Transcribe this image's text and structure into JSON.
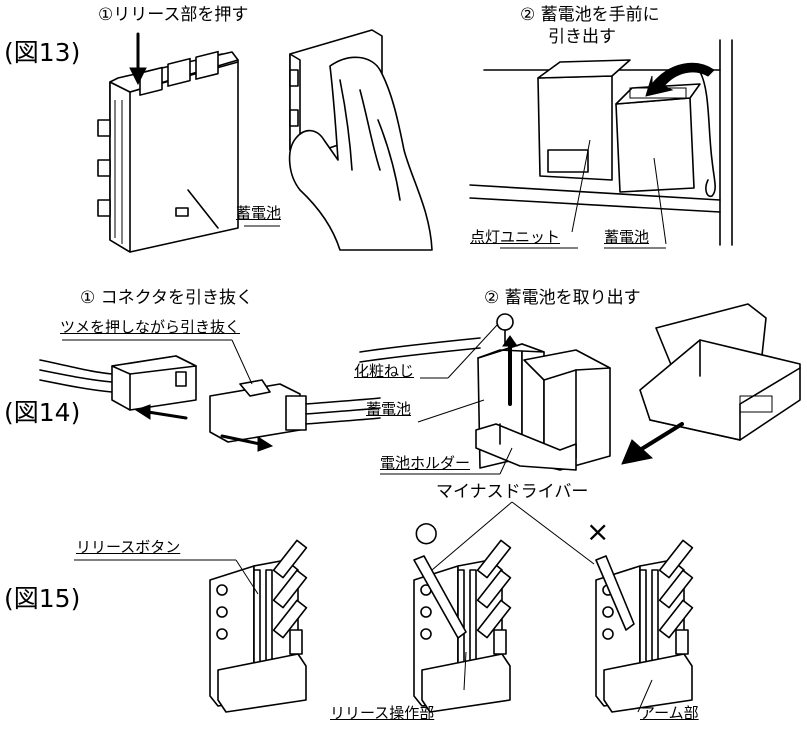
{
  "figures": {
    "fig13": {
      "label": "(図13)",
      "step1": "①リリース部を押す",
      "step2_line1": "② 蓄電池を手前に",
      "step2_line2": "引き出す",
      "battery_label_left": "蓄電池",
      "lighting_unit_label": "点灯ユニット",
      "battery_label_right": "蓄電池"
    },
    "fig14": {
      "label": "(図14)",
      "step1": "① コネクタを引き抜く",
      "step1_note": "ツメを押しながら引き抜く",
      "step2": "② 蓄電池を取り出す",
      "screw_label": "化粧ねじ",
      "battery_label": "蓄電池",
      "holder_label": "電池ホルダー"
    },
    "fig15": {
      "label": "(図15)",
      "screwdriver_label": "マイナスドライバー",
      "release_button_label": "リリースボタン",
      "release_operation_label": "リリース操作部",
      "arm_label": "アーム部",
      "correct_mark": "○",
      "wrong_mark": "×"
    }
  }
}
